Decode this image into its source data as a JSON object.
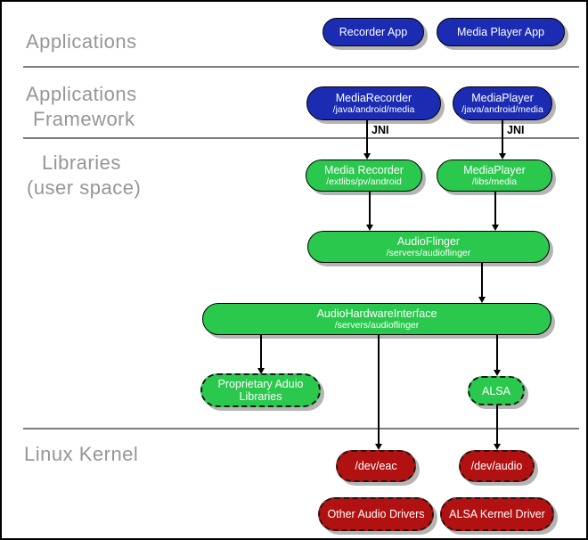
{
  "layers": {
    "applications": {
      "label": "Applications"
    },
    "framework": {
      "line1": "Applications",
      "line2": "Framework"
    },
    "libraries": {
      "line1": "Libraries",
      "line2": "(user space)"
    },
    "kernel": {
      "label": "Linux Kernel"
    }
  },
  "edge_labels": {
    "jni_left": "JNI",
    "jni_right": "JNI"
  },
  "nodes": {
    "recorder_app": {
      "title": "Recorder App"
    },
    "media_player_app": {
      "title": "Media Player App"
    },
    "media_recorder_fw": {
      "title": "MediaRecorder",
      "subtitle": "/java/android/media"
    },
    "media_player_fw": {
      "title": "MediaPlayer",
      "subtitle": "/java/android/media"
    },
    "media_recorder_lib": {
      "title": "Media Recorder",
      "subtitle": "/extlibs/pv/android"
    },
    "media_player_lib": {
      "title": "MediaPlayer",
      "subtitle": "/libs/media"
    },
    "audio_flinger": {
      "title": "AudioFlinger",
      "subtitle": "/servers/audioflinger"
    },
    "audio_hw_interface": {
      "title": "AudioHardwareInterface",
      "subtitle": "/servers/audioflinger"
    },
    "proprietary_audio": {
      "title": "Proprietary Aduio Libraries"
    },
    "alsa": {
      "title": "ALSA"
    },
    "dev_eac": {
      "title": "/dev/eac"
    },
    "dev_audio": {
      "title": "/dev/audio"
    },
    "other_audio_drivers": {
      "title": "Other Audio Drivers"
    },
    "alsa_kernel_driver": {
      "title": "ALSA Kernel Driver"
    }
  },
  "colors": {
    "app_node_blue": "#1b2cb3",
    "library_node_green": "#2bc84e",
    "kernel_node_red": "#b21111",
    "layer_label_gray": "#969696",
    "divider_gray": "#7c7c7c",
    "shadow_gray": "#b5b5b5"
  }
}
